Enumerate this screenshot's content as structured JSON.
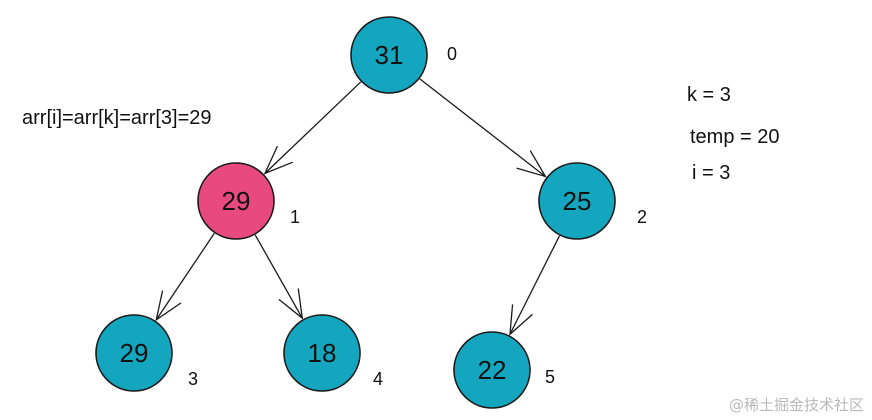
{
  "diagram": {
    "colors": {
      "node_default": "#14a6be",
      "node_highlight": "#e8497e",
      "stroke": "#1a1a1a",
      "text": "#111111"
    },
    "nodes": [
      {
        "id": "n0",
        "value": "31",
        "index": "0",
        "highlight": false
      },
      {
        "id": "n1",
        "value": "29",
        "index": "1",
        "highlight": true
      },
      {
        "id": "n2",
        "value": "25",
        "index": "2",
        "highlight": false
      },
      {
        "id": "n3",
        "value": "29",
        "index": "3",
        "highlight": false
      },
      {
        "id": "n4",
        "value": "18",
        "index": "4",
        "highlight": false
      },
      {
        "id": "n5",
        "value": "22",
        "index": "5",
        "highlight": false
      }
    ],
    "edges": [
      {
        "from": "n0",
        "to": "n1"
      },
      {
        "from": "n0",
        "to": "n2"
      },
      {
        "from": "n1",
        "to": "n3"
      },
      {
        "from": "n1",
        "to": "n4"
      },
      {
        "from": "n2",
        "to": "n5"
      }
    ],
    "annotation": "arr[i]=arr[k]=arr[3]=29",
    "variables": {
      "k": "k = 3",
      "temp": "temp = 20",
      "i": "i = 3"
    },
    "watermark": "@稀土掘金技术社区"
  }
}
